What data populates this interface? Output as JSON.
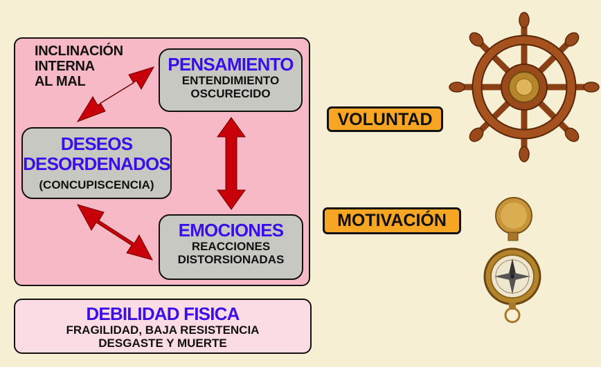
{
  "intro_label": "INCLINACIÓN\nINTERNA\nAL MAL",
  "boxes": {
    "pensamiento": {
      "title": "PENSAMIENTO",
      "sub": "ENTENDIMIENTO\nOSCURECIDO"
    },
    "deseos": {
      "title1": "DESEOS",
      "title2": "DESORDENADOS",
      "sub": "(CONCUPISCENCIA)"
    },
    "emociones": {
      "title": "EMOCIONES",
      "sub": "REACCIONES\nDISTORSIONADAS"
    }
  },
  "debilidad": {
    "title": "DEBILIDAD FISICA",
    "line1": "FRAGILIDAD, BAJA RESISTENCIA",
    "line2": "DESGASTE Y MUERTE"
  },
  "tags": {
    "voluntad": "VOLUNTAD",
    "motivacion": "MOTIVACIÓN"
  },
  "colors": {
    "background": "#f7efd4",
    "panel": "#f8b9c6",
    "box": "#c8c8c3",
    "title_text": "#3b10e8",
    "arrow": "#c8000a",
    "tag": "#f7a623",
    "wood": "#9a4a1a",
    "brass": "#c89530"
  },
  "icons": {
    "wheel": "ship-wheel-icon",
    "compass": "compass-icon"
  }
}
